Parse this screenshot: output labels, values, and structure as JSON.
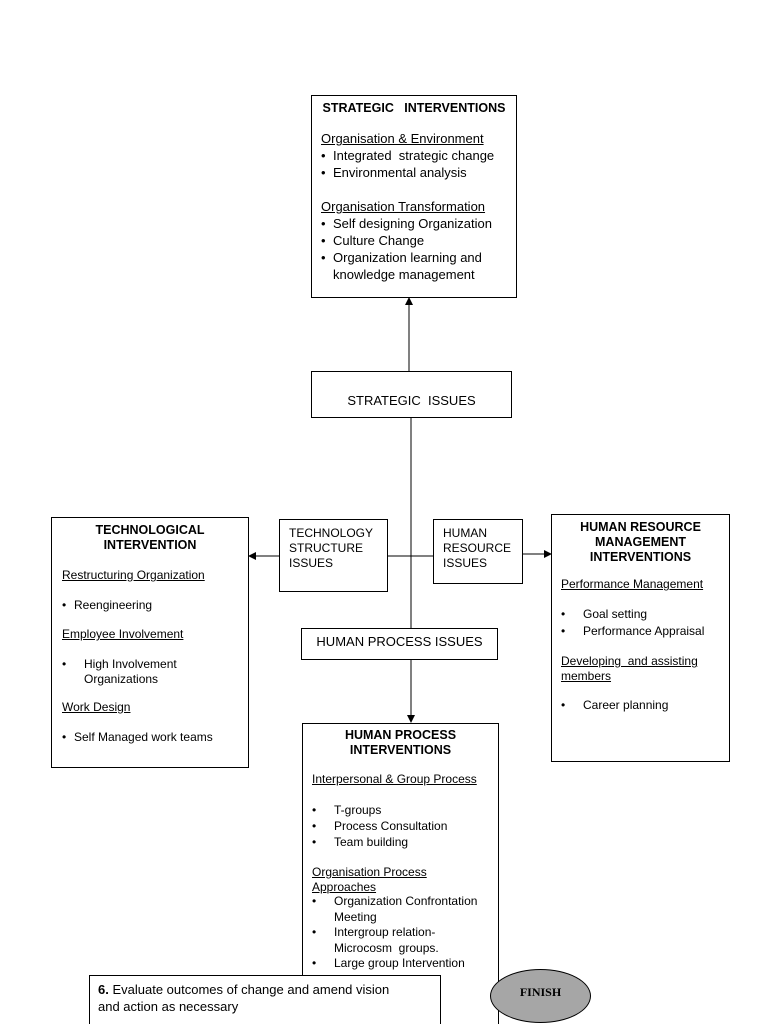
{
  "strategic_interventions": {
    "title": "STRATEGIC   INTERVENTIONS",
    "section1_heading": "Organisation & Environment",
    "section1_items": [
      "Integrated  strategic change",
      "Environmental analysis"
    ],
    "section2_heading": "Organisation Transformation",
    "section2_items": [
      "Self designing Organization",
      "Culture Change",
      "Organization learning and",
      "knowledge management"
    ]
  },
  "strategic_issues": {
    "label": "STRATEGIC  ISSUES"
  },
  "technological_intervention": {
    "title_line1": "TECHNOLOGICAL",
    "title_line2": "INTERVENTION",
    "heading1": "Restructuring Organization",
    "item1": "Reengineering",
    "heading2": "Employee Involvement",
    "item2_line1": "High Involvement",
    "item2_line2": "Organizations",
    "heading3": "Work Design",
    "item3": "Self Managed work teams"
  },
  "technology_structure_issues": {
    "line1": "TECHNOLOGY",
    "line2": "STRUCTURE",
    "line3": "ISSUES"
  },
  "human_resource_issues": {
    "line1": "HUMAN",
    "line2": "RESOURCE",
    "line3": "ISSUES"
  },
  "hrm_interventions": {
    "title_line1": "HUMAN RESOURCE",
    "title_line2": "MANAGEMENT",
    "title_line3": "INTERVENTIONS",
    "heading1": "Performance Management",
    "items1": [
      "Goal setting",
      "Performance Appraisal"
    ],
    "heading2_line1": "Developing  and assisting",
    "heading2_line2": "members",
    "item2": "Career planning"
  },
  "human_process_issues": {
    "label": "HUMAN PROCESS ISSUES"
  },
  "human_process_interventions": {
    "title_line1": "HUMAN PROCESS",
    "title_line2": "INTERVENTIONS",
    "heading1": "Interpersonal & Group Process",
    "items1": [
      "T-groups",
      "Process Consultation",
      "Team building"
    ],
    "heading2_line1": "Organisation Process",
    "heading2_line2": "Approaches",
    "items2": [
      [
        "Organization Confrontation",
        "Meeting"
      ],
      [
        "Intergroup relation-",
        "Microcosm  groups."
      ],
      [
        "Large group Intervention"
      ]
    ]
  },
  "step6": {
    "number": "6.",
    "text_line1": "Evaluate outcomes of change and amend vision",
    "text_line2": "and action as necessary"
  },
  "finish": {
    "label": "FINISH"
  },
  "bullet": "•"
}
